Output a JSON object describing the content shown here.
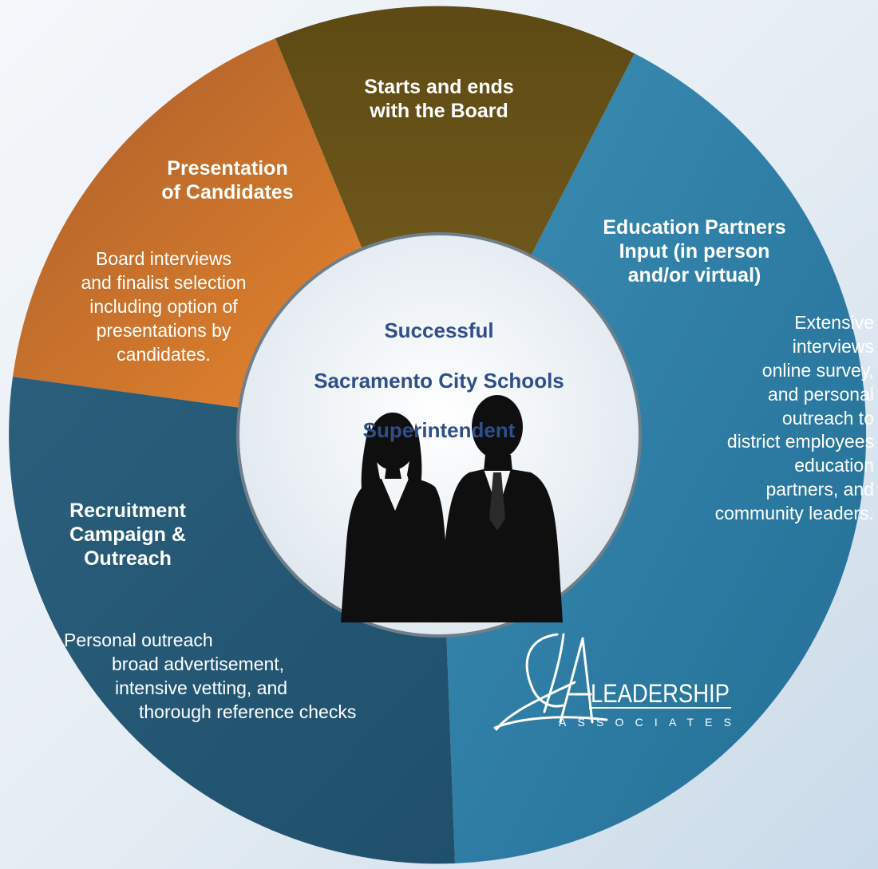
{
  "center": {
    "title_lines": [
      "Successful",
      "Sacramento City Schools",
      "Superintendent"
    ]
  },
  "segments": [
    {
      "id": "board",
      "heading": "Starts and ends\nwith the Board",
      "color": "#6b5518"
    },
    {
      "id": "partners",
      "heading": "Education Partners\nInput (in person\nand/or virtual)",
      "body": "Extensive\ninterviews\nonline survey,\nand personal\noutreach to\ndistrict employees\neducation\npartners, and\ncommunity leaders.",
      "color": "#2f7fa4"
    },
    {
      "id": "recruitment",
      "heading": "Recruitment\nCampaign &\nOutreach",
      "body": "Personal outreach\nbroad advertisement,\nintensive vetting, and\nthorough reference checks",
      "color": "#275a76"
    },
    {
      "id": "presentation",
      "heading": "Presentation\nof Candidates",
      "body": "Board interviews\nand finalist selection\nincluding option of\npresentations  by\ncandidates.",
      "color": "#d9772a"
    }
  ],
  "logo": {
    "icon": "la-script-monogram-icon",
    "word": "LEADERSHIP",
    "subword": "ASSOCIATES"
  },
  "illustration": {
    "icon": "business-people-silhouette-icon"
  }
}
